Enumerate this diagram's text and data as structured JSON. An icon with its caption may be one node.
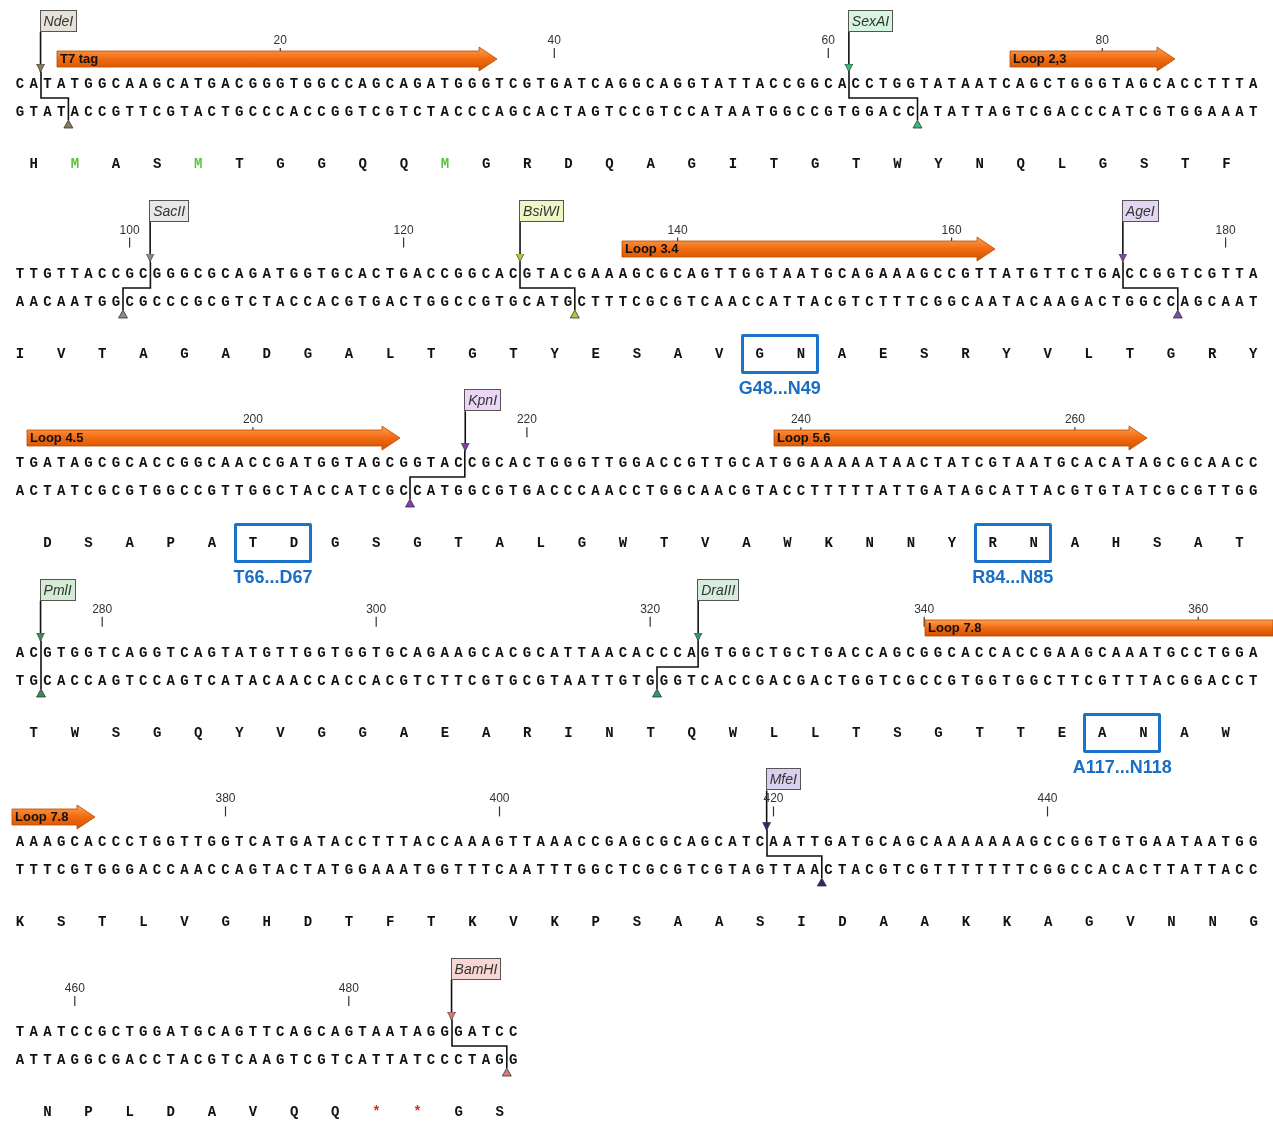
{
  "diagram": {
    "nodes": [
      {
        "text": [
          "NdeI"
        ]
      },
      {
        "text": [
          "T7 tag"
        ]
      },
      {
        "text": [
          "SexAI"
        ]
      },
      {
        "text": [
          "Loop 2,3"
        ]
      },
      {
        "text": [
          "SacII"
        ]
      },
      {
        "text": [
          "BsiWI"
        ]
      },
      {
        "text": [
          "Loop 3.4"
        ]
      },
      {
        "text": [
          "AgeI"
        ]
      },
      {
        "text": [
          "G N"
        ],
        "beside": [
          "G48...N49"
        ]
      },
      {
        "text": [
          "Loop 4.5"
        ]
      },
      {
        "text": [
          "KpnI"
        ]
      },
      {
        "text": [
          "Loop 5.6"
        ]
      },
      {
        "text": [
          "T D"
        ],
        "beside": [
          "T66...D67"
        ]
      },
      {
        "text": [
          "R N"
        ],
        "beside": [
          "R84...N85"
        ]
      },
      {
        "text": [
          "PmlI"
        ]
      },
      {
        "text": [
          "DraIII"
        ]
      },
      {
        "text": [
          "Loop 7.8"
        ]
      },
      {
        "text": [
          "A N"
        ],
        "beside": [
          "A117...N118"
        ]
      },
      {
        "text": [
          "Loop 7.8"
        ]
      },
      {
        "text": [
          "MfeI"
        ]
      },
      {
        "text": [
          "BamHI"
        ]
      },
      {
        "text": [],
        "shape": "picture"
      },
      {
        "text": [],
        "shape": "picture"
      },
      {
        "text": [],
        "shape": "picture"
      },
      {
        "text": [],
        "shape": "picture"
      },
      {
        "text": [],
        "shape": "picture"
      },
      {
        "text": [],
        "shape": "picture"
      },
      {
        "text": [],
        "shape": "picture"
      },
      {
        "text": [],
        "shape": "picture"
      },
      {
        "text": [],
        "shape": "picture"
      },
      {
        "text": [],
        "shape": "picture"
      }
    ],
    "edges": [
      {
        "from": 0,
        "to": 21,
        "arrow": "to"
      },
      {
        "from": 2,
        "to": 22,
        "arrow": "to"
      },
      {
        "from": 4,
        "to": 23,
        "arrow": "to"
      },
      {
        "from": 5,
        "to": 24,
        "arrow": "to"
      },
      {
        "from": 7,
        "to": 25,
        "arrow": "to"
      },
      {
        "from": 10,
        "to": 26,
        "arrow": "to"
      },
      {
        "from": 14,
        "to": 27,
        "arrow": "to"
      },
      {
        "from": 15,
        "to": 28,
        "arrow": "to"
      },
      {
        "from": 19,
        "to": 29,
        "arrow": "to"
      },
      {
        "from": 20,
        "to": 30,
        "arrow": "to"
      }
    ],
    "labels": [
      "20",
      "40",
      "60",
      "80",
      "CATATGGCAAGCATGACGGGTGGCCAGCAGATGGGTCGTGATCAGGCAGGTATTACCGGCACCTGGTATAATCAGCTGGGTAGCACCTTTA",
      "GTATACCGTTCGTACTGCCCACCGGTCGTCTACCCAGCACTAGTCCGTCCATAATGGCCGTGGACCATATTAGTCGACCCATCGTGGAAAT",
      "H M A S M T G G Q Q M G R D Q A G I T G T W Y N Q L G S T F",
      "100",
      "120",
      "140",
      "160",
      "180",
      "TTGTTACCGCGGGCGCAGATGGTGCACTGACCGGCACGTACGAAAGCGCAGTTGGTAATGCAGAAAGCCGTTATGTTCTGACCGGTCGTTA",
      "AACAATGGCGCCCGCGTCTACCACGTGACTGGCCGTGCATGCTTTCGCGTCAACCATTACGTCTTTCGGCAATACAAGACTGGCCAGCAAT",
      "I V T A G A D G A L T G T Y E S A V",
      "A E S R Y V L T G R Y",
      "200",
      "220",
      "240",
      "260",
      "TGATAGCGCACCGGCAACCGATGGTAGCGGTACCGCACTGGGTTGGACCGTTGCATGGAAAAATAACTATCGTAATGCACATAGCGCAACC",
      "ACTATCGCGTGGCCGTTGGCTACCATCGCCATGGCGTGACCCAACCTGGCAACGTACCTTTTTATTGATAGCATTACGTGTATCGCGTTGG",
      "D S A P A",
      "G S G T A L G W T V A W K N N Y",
      "A H S A T",
      "280",
      "300",
      "320",
      "340",
      "360",
      "ACGTGGTCAGGTCAGTATGTTGGTGGTGCAGAAGCACGCATTAACACCCAGTGGCTGCTGACCAGCGGCACCACCGAAGCAAATGCCTGGA",
      "TGCACCAGTCCAGTCATACAACCACCACGTCTTCGTGCGTAATTGTGGGTCACCGACGACTGGTCGCCGTGGTGGCTTCGTTTACGGACCT",
      "T W S G Q Y V G G A E A R I N T Q W L L T S G T T E",
      "A W",
      "380",
      "400",
      "420",
      "440",
      "AAAGCACCCTGGTTGGTCATGATACCTTTACCAAAGTTAAACCGAGCGCAGCATCAATTGATGCAGCAAAAAAAGCCGGTGTGAATAATGG",
      "TTTCGTGGGACCAACCAGTACTATGGAAATGGTTTCAATTTGGCTCGCGTCGTAGTTAACTACGTCGTTTTTTTCGGCCACACTTATTACC",
      "K S T L V G H D T F T K V K P S A A S I D A A K K A G V N N G",
      "460",
      "480",
      "TAATCCGCTGGATGCAGTTCAGCAGTAATAGGGATCC",
      "ATTAGGCGACCTACGTCAAGTCGTCATTATCCCTAGG",
      "N P L D A V Q Q * * G S"
    ]
  }
}
